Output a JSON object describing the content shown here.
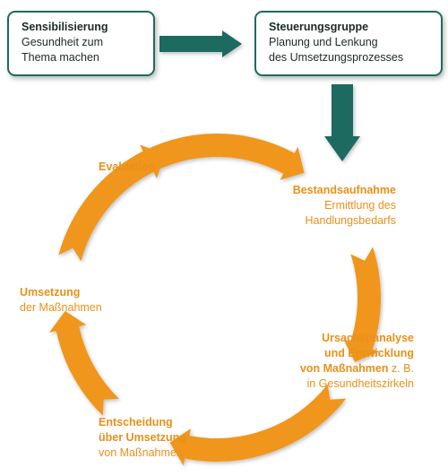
{
  "colors": {
    "teal": "#1e6b61",
    "orange": "#f0961c",
    "text_dark": "#1b2a28",
    "text_orange": "#e8901a"
  },
  "boxes": {
    "sensibilisierung": {
      "title": "Sensibilisierung",
      "lines": [
        "Gesundheit zum",
        "Thema machen"
      ]
    },
    "steuerungsgruppe": {
      "title": "Steuerungsgruppe",
      "lines": [
        "Planung und Lenkung",
        "des Umsetzungsprozesses"
      ]
    }
  },
  "cycle": {
    "evaluation": {
      "title": "Evaluation"
    },
    "bestandsaufnahme": {
      "title": "Bestandsaufnahme",
      "lines": [
        "Ermittlung des",
        "Handlungsbedarfs"
      ]
    },
    "ursachenanalyse": {
      "title_lines": [
        "Ursachenanalyse",
        "und Entwicklung"
      ],
      "title_inline": "von Maßnahmen",
      "inline_rest": " z. B.",
      "lines": [
        "in Gesundheitszirkeln"
      ]
    },
    "entscheidung": {
      "title_lines": [
        "Entscheidung",
        "über Umsetzung"
      ],
      "lines": [
        "von Maßnahmen"
      ]
    },
    "umsetzung": {
      "title": "Umsetzung",
      "lines": [
        "der Maßnahmen"
      ]
    }
  }
}
